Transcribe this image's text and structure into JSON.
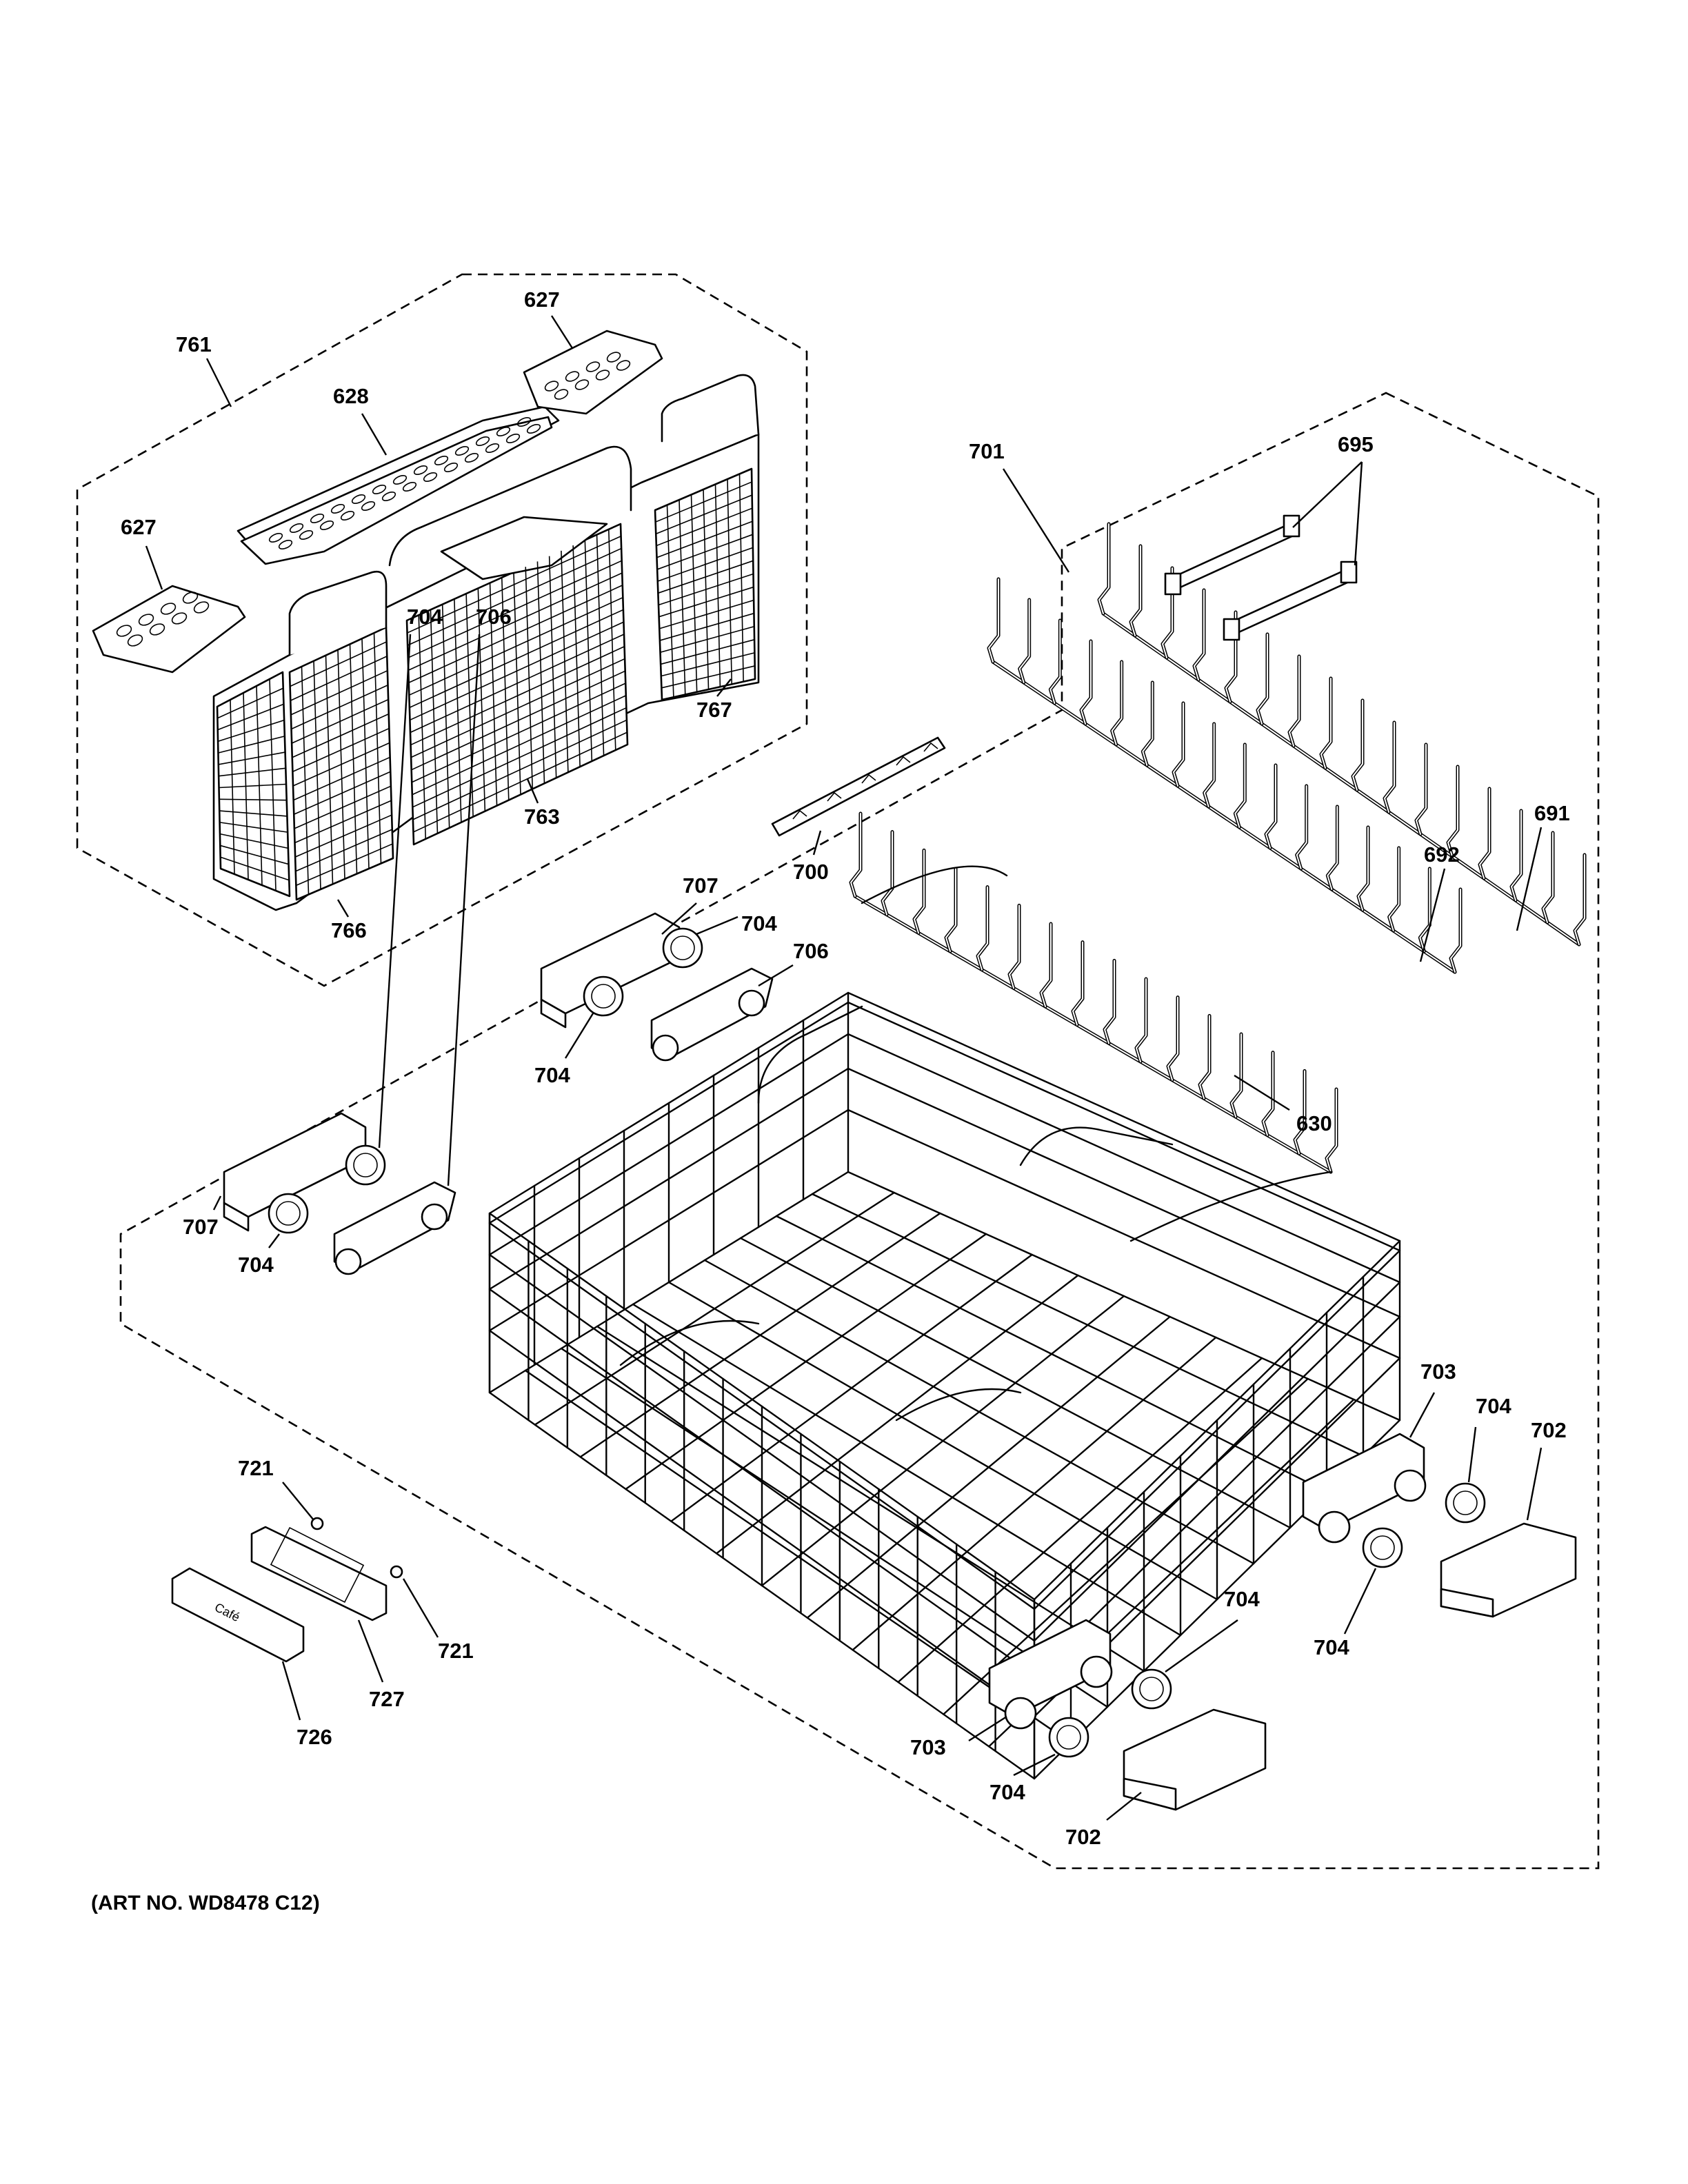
{
  "art_number": "(ART NO. WD8478 C12)",
  "brand_mark": "Café",
  "callouts": [
    {
      "id": "c627a",
      "text": "627"
    },
    {
      "id": "c761",
      "text": "761"
    },
    {
      "id": "c628",
      "text": "628"
    },
    {
      "id": "c627b",
      "text": "627"
    },
    {
      "id": "c767",
      "text": "767"
    },
    {
      "id": "c763",
      "text": "763"
    },
    {
      "id": "c766",
      "text": "766"
    },
    {
      "id": "c701",
      "text": "701"
    },
    {
      "id": "c695",
      "text": "695"
    },
    {
      "id": "c691",
      "text": "691"
    },
    {
      "id": "c692",
      "text": "692"
    },
    {
      "id": "c700",
      "text": "700"
    },
    {
      "id": "c630",
      "text": "630"
    },
    {
      "id": "c707a",
      "text": "707"
    },
    {
      "id": "c704a",
      "text": "704"
    },
    {
      "id": "c706a",
      "text": "706"
    },
    {
      "id": "c704b",
      "text": "704"
    },
    {
      "id": "c704c",
      "text": "704"
    },
    {
      "id": "c706b",
      "text": "706"
    },
    {
      "id": "c707b",
      "text": "707"
    },
    {
      "id": "c704d",
      "text": "704"
    },
    {
      "id": "c703a",
      "text": "703"
    },
    {
      "id": "c704e",
      "text": "704"
    },
    {
      "id": "c702a",
      "text": "702"
    },
    {
      "id": "c704f",
      "text": "704"
    },
    {
      "id": "c721a",
      "text": "721"
    },
    {
      "id": "c721b",
      "text": "721"
    },
    {
      "id": "c727",
      "text": "727"
    },
    {
      "id": "c726",
      "text": "726"
    },
    {
      "id": "c704g",
      "text": "704"
    },
    {
      "id": "c703b",
      "text": "703"
    },
    {
      "id": "c704h",
      "text": "704"
    },
    {
      "id": "c702b",
      "text": "702"
    }
  ]
}
